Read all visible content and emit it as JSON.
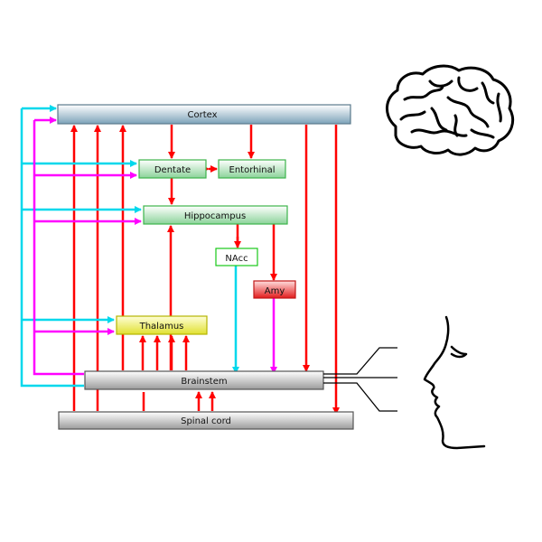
{
  "nodes": {
    "cortex": "Cortex",
    "dentate": "Dentate",
    "entorhinal": "Entorhinal",
    "hippocampus": "Hippocampus",
    "nacc": "NAcc",
    "amy": "Amy",
    "thalamus": "Thalamus",
    "brainstem": "Brainstem",
    "spinal_cord": "Spinal cord"
  },
  "colors": {
    "red_arrow": "#ff0000",
    "cyan_arrow": "#00d8ec",
    "magenta_arrow": "#ff00ff",
    "gray_box": "#c8c8c8",
    "green_box": "#3cb44b",
    "yellow_box": "#c8c800",
    "red_box": "#e21b1b",
    "nacc_border": "#19c919"
  },
  "icons": [
    "brain-icon",
    "face-profile-icon"
  ]
}
